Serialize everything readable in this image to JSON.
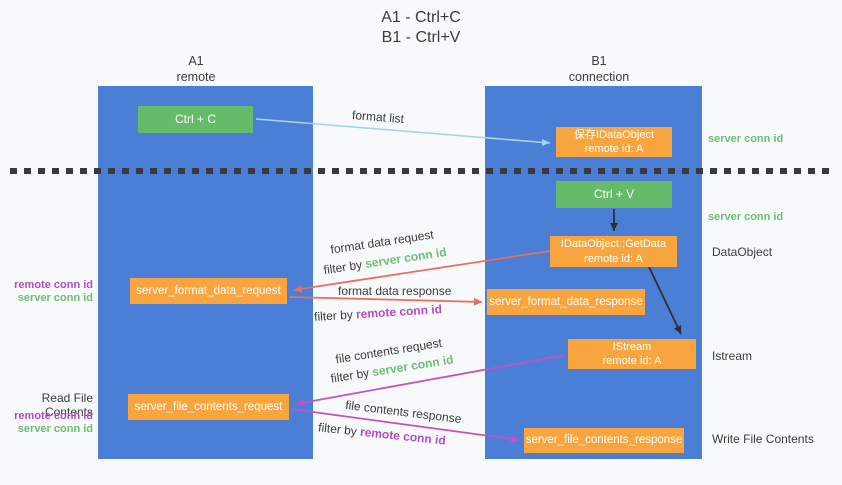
{
  "title": {
    "line1": "A1 - Ctrl+C",
    "line2": "B1 - Ctrl+V"
  },
  "columns": {
    "left": {
      "id": "A1",
      "name": "remote"
    },
    "right": {
      "id": "B1",
      "name": "connection"
    }
  },
  "boxes": {
    "ctrl_c": {
      "label": "Ctrl + C"
    },
    "save_idataobject": {
      "line1": "保存IDataObject",
      "line2": "remote id: A"
    },
    "ctrl_v": {
      "label": "Ctrl + V"
    },
    "getdata": {
      "line1": "IDataObject::GetData",
      "line2": "remote id: A"
    },
    "format_request": {
      "label": "server_format_data_request"
    },
    "format_response": {
      "label": "server_format_data_response"
    },
    "istream": {
      "line1": "IStream",
      "line2": "remote id: A"
    },
    "file_request": {
      "label": "server_file_contents_request"
    },
    "file_response": {
      "label": "server_file_contents_response"
    }
  },
  "side_labels": {
    "server_conn_id_top": "server conn id",
    "server_conn_id_mid": "server conn id",
    "dataobject": "DataObject",
    "istream": "Istream",
    "write_file_contents": "Write File Contents",
    "read_file_contents": "Read File Contents",
    "remote_conn_id_1": "remote conn id",
    "server_conn_id_1": "server conn id",
    "remote_conn_id_2": "remote conn id",
    "server_conn_id_2": "server conn id"
  },
  "arrow_labels": {
    "format_list": "format list",
    "format_data_request": "format data request",
    "format_data_response": "format data response",
    "file_contents_request": "file contents request",
    "file_contents_response": "file contents response",
    "filter_by": "filter by ",
    "server_conn_id": "server conn id",
    "remote_conn_id": "remote conn id"
  },
  "colors": {
    "bg": "#f8f9fa",
    "column_blue": "#4a7fd5",
    "box_green": "#66bb6a",
    "box_orange": "#f8a53f",
    "arrow_light_blue": "#a8d3ee",
    "arrow_black": "#2f2f2f",
    "arrow_red": "#e86d62",
    "arrow_magenta": "#bf53c3",
    "text_green": "#6dbf72",
    "text_purple": "#b04ec4",
    "dash_color": "#3a3a3a"
  }
}
